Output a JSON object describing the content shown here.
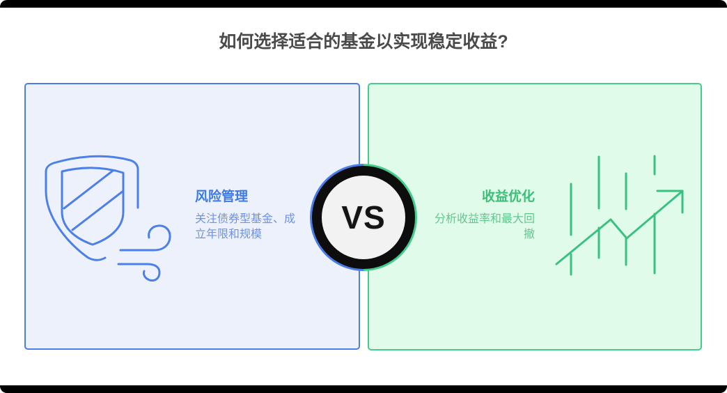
{
  "page": {
    "title": "如何选择适合的基金以实现稳定收益?"
  },
  "vs_badge": {
    "label": "VS",
    "ring_color": "#0d0d0d",
    "inner_color": "#f2f2f2",
    "left_arc_color": "#4a7de8",
    "right_arc_color": "#43cc8a"
  },
  "left_card": {
    "title": "风险管理",
    "description": "关注债券型基金、成立年限和规模",
    "icon": "shield-wind-icon",
    "title_color": "#3d7ae4",
    "description_color": "#6e92e8",
    "border_color": "#4a7de8",
    "background_color": "#edf1fc",
    "icon_stroke_color": "#4c80e8"
  },
  "right_card": {
    "title": "收益优化",
    "description": "分析收益率和最大回撤",
    "icon": "trend-up-chart-icon",
    "title_color": "#3cbe77",
    "description_color": "#63c78f",
    "border_color": "#43cc8a",
    "background_color": "#e0fbea",
    "icon_stroke_color": "#38c180"
  }
}
